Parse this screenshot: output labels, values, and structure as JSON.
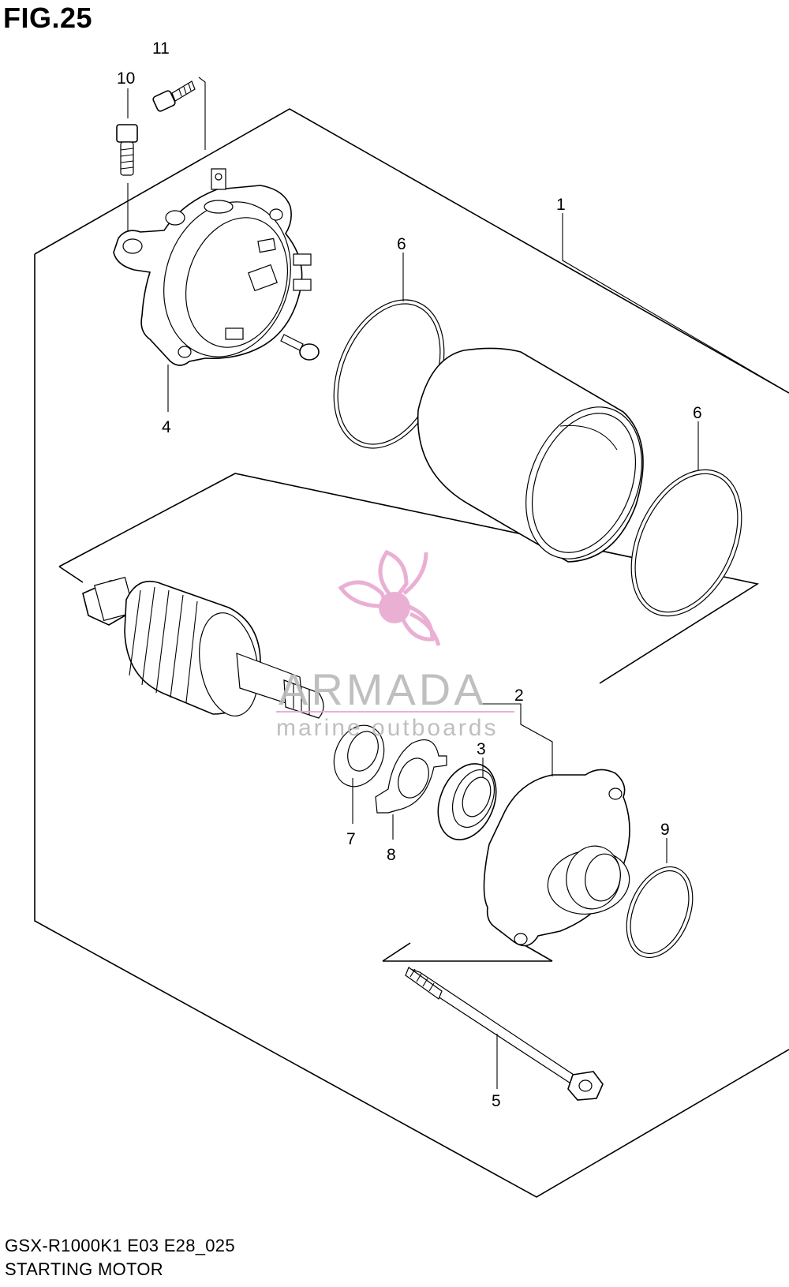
{
  "figure_label": "FIG.25",
  "footer": {
    "model_code": "GSX-R1000K1 E03 E28_025",
    "section_name": "STARTING MOTOR"
  },
  "watermark": {
    "brand": "ARMADA",
    "tagline": "marine outboards",
    "color": "#e8a8d0"
  },
  "callouts": [
    "1",
    "2",
    "3",
    "4",
    "5",
    "6",
    "6",
    "7",
    "8",
    "9",
    "10",
    "11"
  ]
}
